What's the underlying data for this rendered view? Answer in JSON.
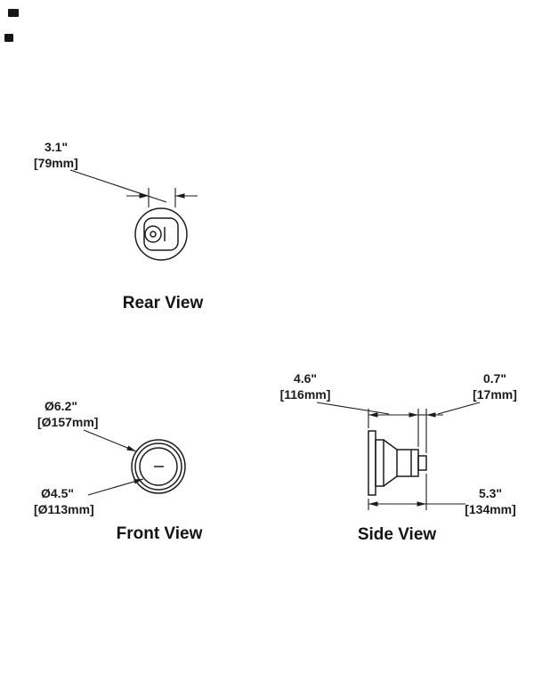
{
  "drawing": {
    "background": "#ffffff",
    "ink": "#1c1c1c"
  },
  "rear_view": {
    "label": "Rear View",
    "width_in": "3.1\"",
    "width_mm": "[79mm]"
  },
  "front_view": {
    "label": "Front View",
    "outer_diameter_in": "Ø6.2\"",
    "outer_diameter_mm": "[Ø157mm]",
    "inner_diameter_in": "Ø4.5\"",
    "inner_diameter_mm": "[Ø113mm]"
  },
  "side_view": {
    "label": "Side View",
    "depth_in": "4.6\"",
    "depth_mm": "[116mm]",
    "flange_in": "0.7\"",
    "flange_mm": "[17mm]",
    "overall_in": "5.3\"",
    "overall_mm": "[134mm]"
  }
}
